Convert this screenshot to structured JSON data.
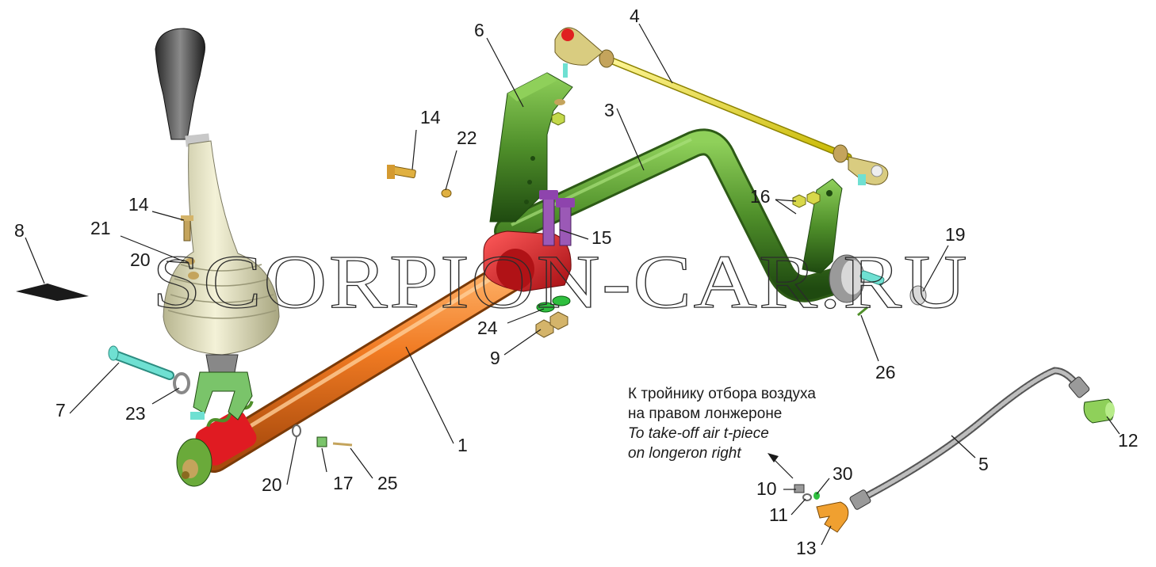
{
  "watermark": "SCORPION-CAR.RU",
  "colors": {
    "orange_shaft": "#f07a22",
    "green_parts": "#4f8f2a",
    "red_clamp": "#e01b22",
    "yellow_rod": "#f2e51a",
    "cyan_pin": "#6fe0d2",
    "lever_boot": "#e6e4c2",
    "hose": "#a8a8a8",
    "nut": "#c4a45c"
  },
  "callouts": [
    {
      "id": "c1",
      "text": "1"
    },
    {
      "id": "c3",
      "text": "3"
    },
    {
      "id": "c4",
      "text": "4"
    },
    {
      "id": "c5",
      "text": "5"
    },
    {
      "id": "c6",
      "text": "6"
    },
    {
      "id": "c7",
      "text": "7"
    },
    {
      "id": "c8",
      "text": "8"
    },
    {
      "id": "c9",
      "text": "9"
    },
    {
      "id": "c10",
      "text": "10"
    },
    {
      "id": "c11",
      "text": "11"
    },
    {
      "id": "c12",
      "text": "12"
    },
    {
      "id": "c13",
      "text": "13"
    },
    {
      "id": "c14a",
      "text": "14"
    },
    {
      "id": "c14b",
      "text": "14"
    },
    {
      "id": "c15",
      "text": "15"
    },
    {
      "id": "c16",
      "text": "16"
    },
    {
      "id": "c17",
      "text": "17"
    },
    {
      "id": "c19",
      "text": "19"
    },
    {
      "id": "c20a",
      "text": "20"
    },
    {
      "id": "c20b",
      "text": "20"
    },
    {
      "id": "c21",
      "text": "21"
    },
    {
      "id": "c22",
      "text": "22"
    },
    {
      "id": "c23",
      "text": "23"
    },
    {
      "id": "c24",
      "text": "24"
    },
    {
      "id": "c25",
      "text": "25"
    },
    {
      "id": "c26",
      "text": "26"
    },
    {
      "id": "c30",
      "text": "30"
    }
  ],
  "note": {
    "ru_line1": "К тройнику отбора воздуха",
    "ru_line2": "на правом лонжероне",
    "en_line1": "To  take-off air t-piece",
    "en_line2": "on longeron right"
  }
}
